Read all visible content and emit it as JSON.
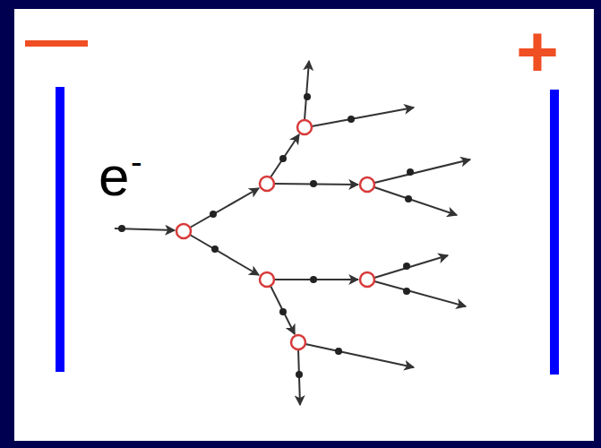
{
  "diagram": {
    "labels": [
      "—",
      "+",
      "e",
      "-"
    ]
  }
}
